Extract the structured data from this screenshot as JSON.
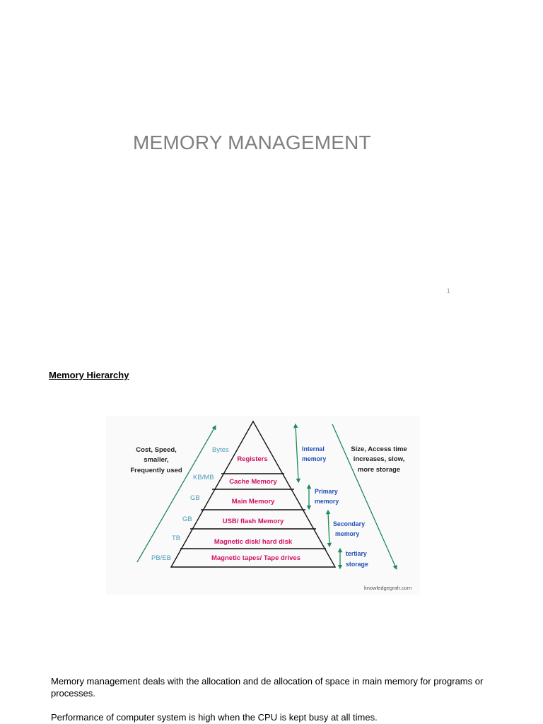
{
  "slide": {
    "title": "MEMORY MANAGEMENT",
    "page_number": "1"
  },
  "section": {
    "heading": "Memory Hierarchy"
  },
  "figure": {
    "levels": [
      "Registers",
      "Cache Memory",
      "Main Memory",
      "USB/ flash Memory",
      "Magnetic disk/ hard disk",
      "Magnetic tapes/ Tape drives"
    ],
    "units": [
      "Bytes",
      "KB/MB",
      "GB",
      "GB",
      "TB",
      "PB/EB"
    ],
    "left_note": [
      "Cost, Speed,",
      "smaller,",
      "Frequently used"
    ],
    "right_note": [
      "Size, Access time",
      "increases, slow,",
      "more storage"
    ],
    "groups": {
      "internal": [
        "Internal",
        "memory"
      ],
      "primary": [
        "Primary",
        "memory"
      ],
      "secondary": [
        "Secondary",
        "memory"
      ],
      "tertiary": [
        "tertiary",
        "storage"
      ]
    },
    "credit": "knowledgegrah.com",
    "colors": {
      "levels": "#d0115f",
      "units": "#4a9bb8",
      "groups": "#1f4fb8",
      "arrows": "#1e8a5a"
    }
  },
  "paragraphs": {
    "p1": "Memory management deals with the allocation and de allocation of space in main memory for programs or processes.",
    "p2": "Performance of computer system is high when the CPU is kept busy at all times."
  }
}
